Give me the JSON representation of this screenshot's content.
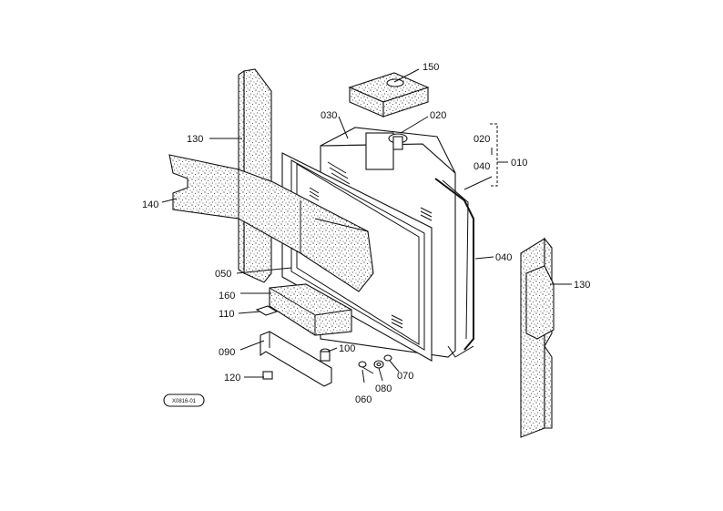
{
  "diagram": {
    "reference_code": "X0816-01",
    "callouts": {
      "c150": "150",
      "c030": "030",
      "c020_cap": "020",
      "c020_group": "020",
      "c040_group": "040",
      "c010": "010",
      "c130_left": "130",
      "c140": "140",
      "c050": "050",
      "c160": "160",
      "c110": "110",
      "c090": "090",
      "c100": "100",
      "c120": "120",
      "c060": "060",
      "c080": "080",
      "c070": "070",
      "c040_hose": "040",
      "c130_right": "130"
    }
  }
}
